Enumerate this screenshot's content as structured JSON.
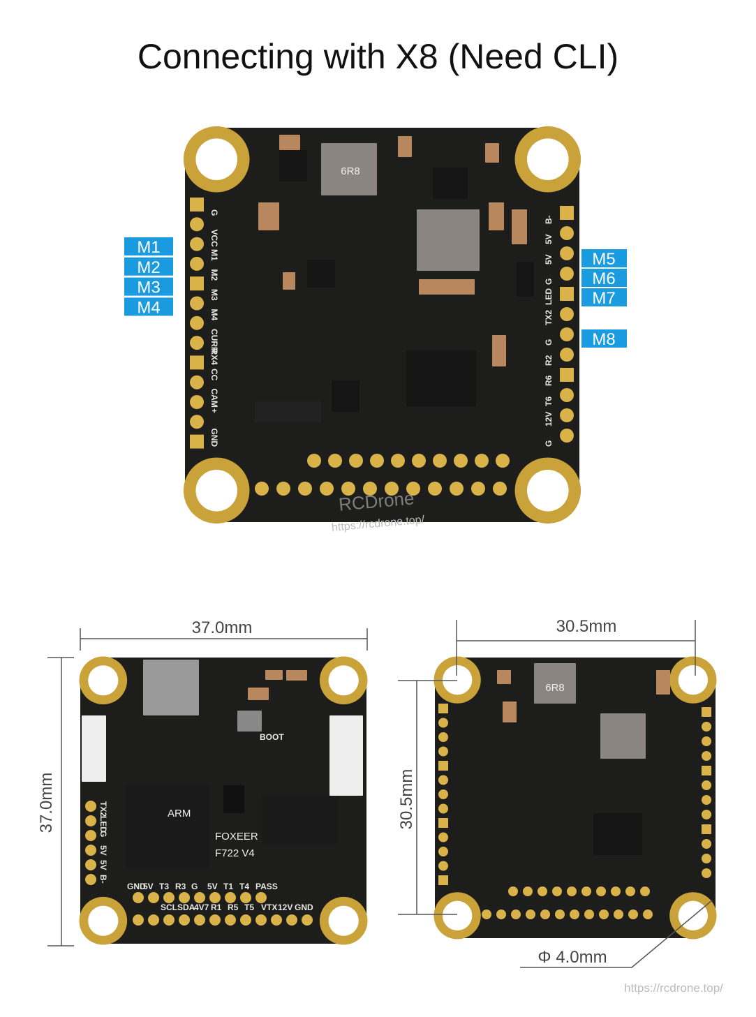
{
  "title": "Connecting with X8 (Need CLI)",
  "motor_labels_left": [
    "M1",
    "M2",
    "M3",
    "M4"
  ],
  "motor_labels_right": [
    "M5",
    "M6",
    "M7",
    "M8"
  ],
  "label_color": "#1a9be0",
  "board_top": {
    "left_pads": [
      "G",
      "VCC",
      "M1",
      "M2",
      "M3",
      "M4",
      "CURR",
      "RX4",
      "CC",
      "CAM",
      "+",
      "GND"
    ],
    "right_pads": [
      "G",
      "12V",
      "T6",
      "R6",
      "R2",
      "G",
      "TX2",
      "LED",
      "G",
      "5V",
      "5V",
      "B-"
    ],
    "inductor_marking": "6R8"
  },
  "board_front": {
    "brand": "FOXEER",
    "model": "F722 V4",
    "boot_label": "BOOT",
    "chip_marking": "ARM",
    "left_pads": [
      "TX2",
      "LED",
      "G",
      "5V",
      "5V",
      "B-"
    ],
    "bottom_labels": [
      "GND",
      "5V",
      "T3",
      "R3",
      "G",
      "5V",
      "T1",
      "T4",
      "PASS"
    ],
    "bottom_labels2": [
      "SCL",
      "SDA",
      "4V7",
      "R1",
      "R5",
      "T5",
      "VTX",
      "12V",
      "GND"
    ]
  },
  "dimensions": {
    "width_front": "37.0mm",
    "height_front": "37.0mm",
    "hole_spacing_h": "30.5mm",
    "hole_spacing_v": "30.5mm",
    "hole_diameter": "Φ 4.0mm"
  },
  "watermark": {
    "brand": "RCDrone",
    "url": "https://rcdrone.top/"
  },
  "footer_url": "https://rcdrone.top/"
}
